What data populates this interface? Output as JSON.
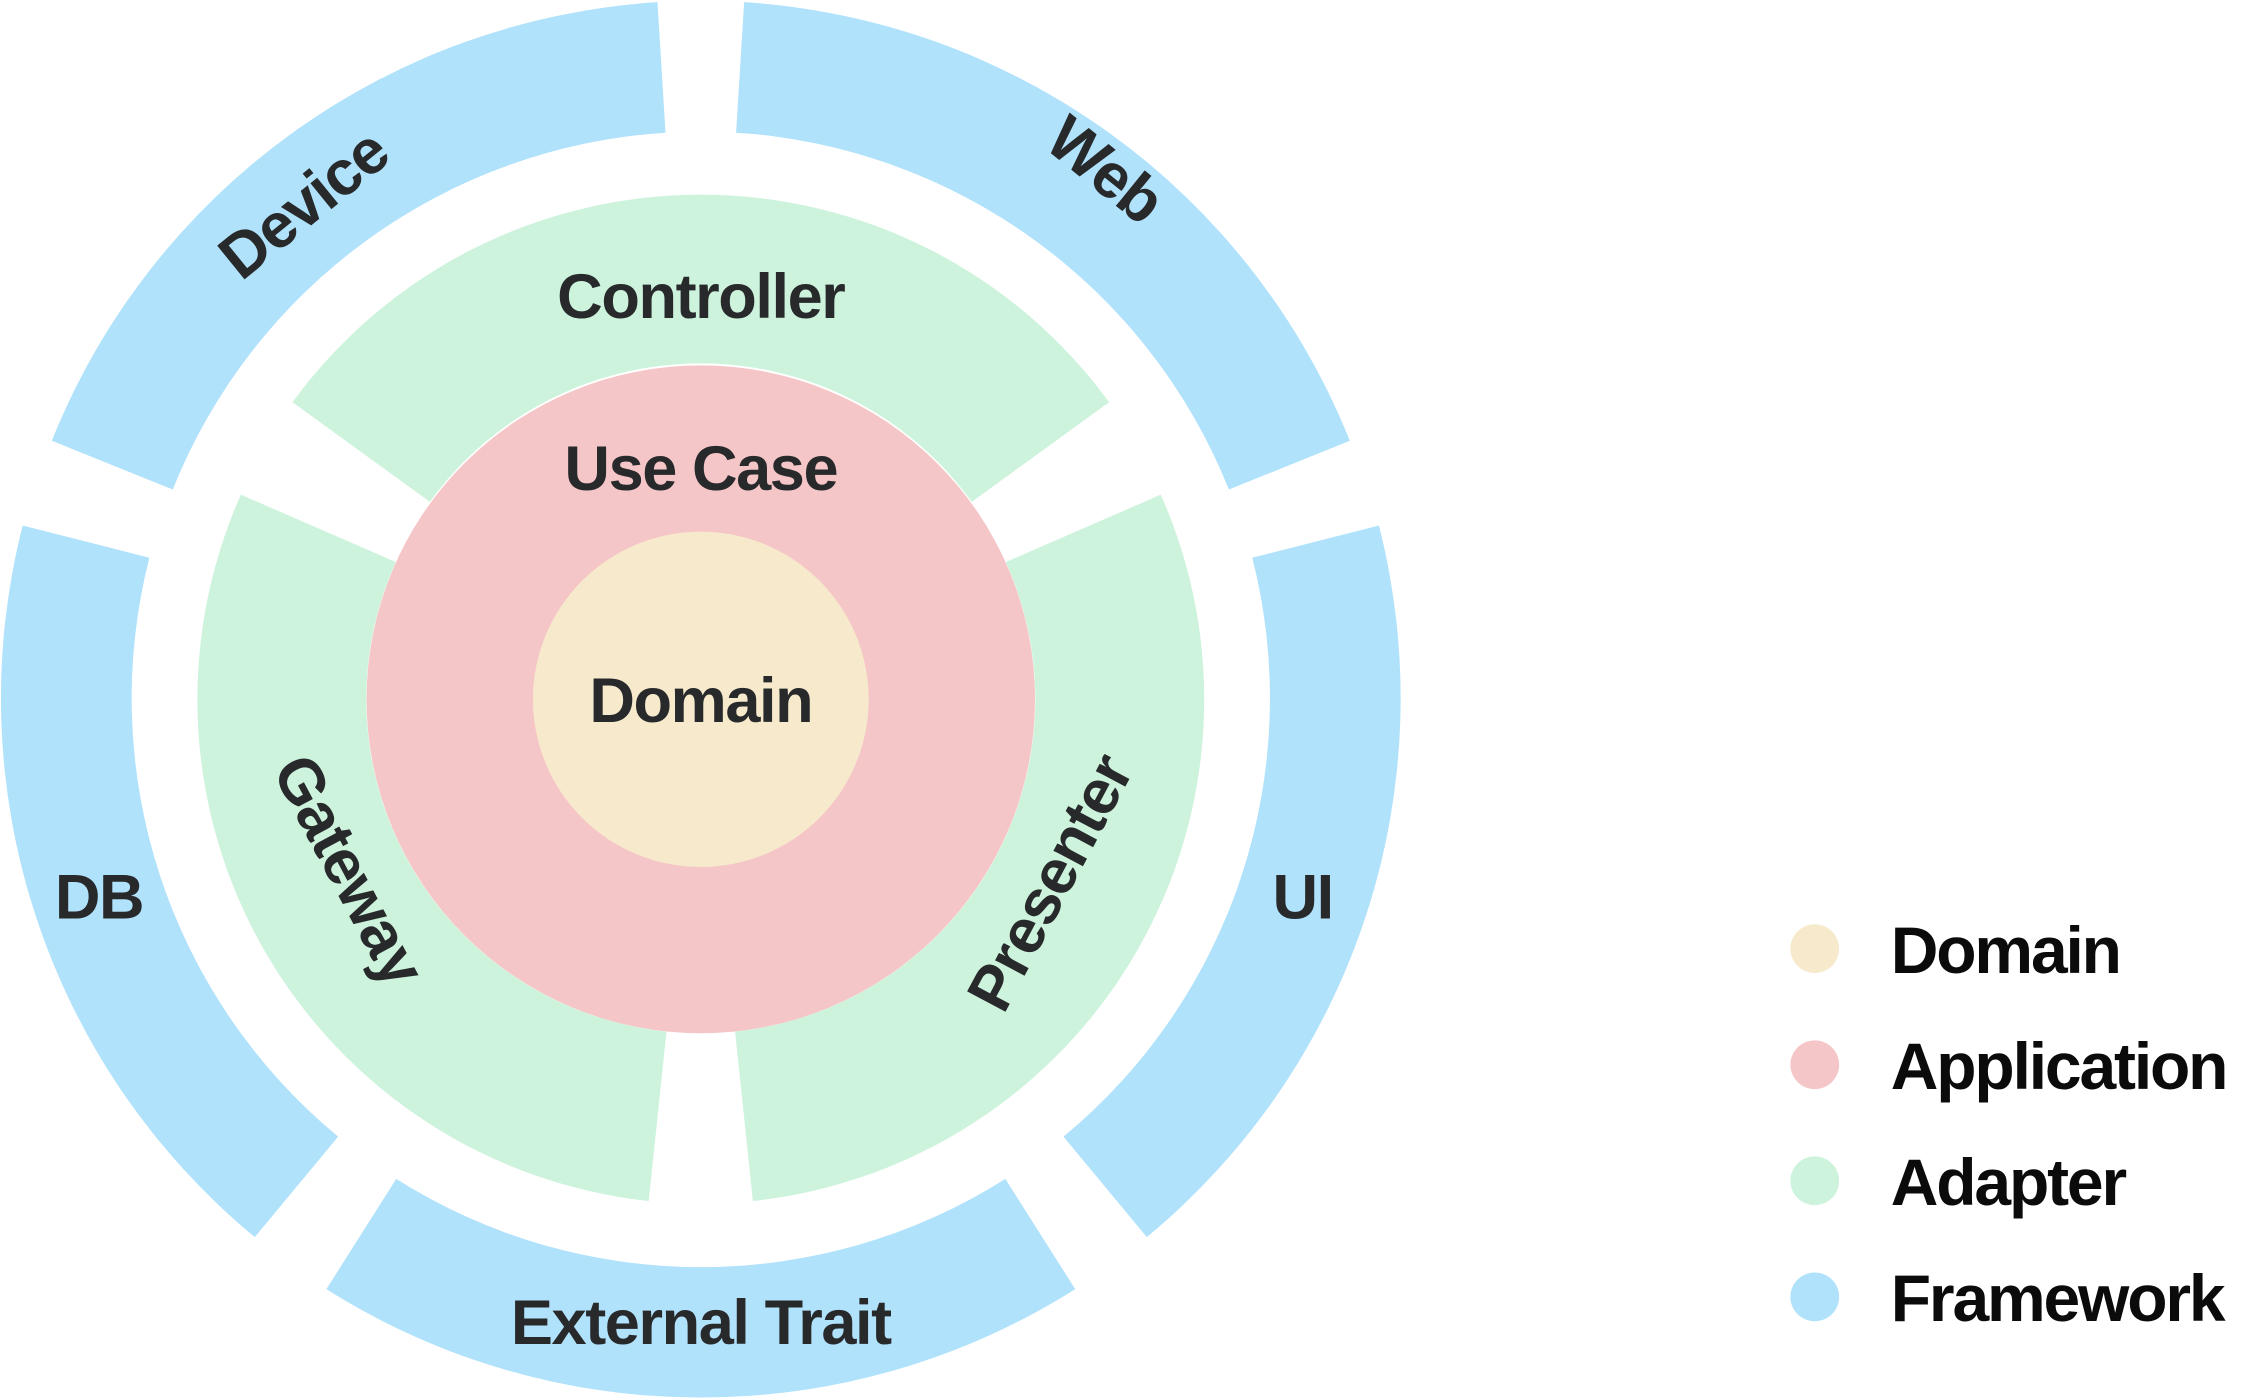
{
  "diagram": {
    "colors": {
      "domain": "#f7eacc",
      "application": "#f5c6c7",
      "adapter": "#cdf3dc",
      "framework": "#b1e2fb",
      "label": "#27292b",
      "legend_text": "#0b0b0b",
      "background": "#ffffff"
    },
    "core": {
      "label": "Domain",
      "layer": "domain"
    },
    "application_ring": {
      "label": "Use Case",
      "layer": "application"
    },
    "adapter_segments": [
      {
        "label": "Controller",
        "layer": "adapter"
      },
      {
        "label": "Presenter",
        "layer": "adapter"
      },
      {
        "label": "Gateway",
        "layer": "adapter"
      }
    ],
    "framework_segments": [
      {
        "label": "Web",
        "layer": "framework"
      },
      {
        "label": "UI",
        "layer": "framework"
      },
      {
        "label": "External Trait",
        "layer": "framework"
      },
      {
        "label": "DB",
        "layer": "framework"
      },
      {
        "label": "Device",
        "layer": "framework"
      }
    ]
  },
  "legend": {
    "items": [
      {
        "label": "Domain",
        "color": "#f7eacc"
      },
      {
        "label": "Application",
        "color": "#f5c6c7"
      },
      {
        "label": "Adapter",
        "color": "#cdf3dc"
      },
      {
        "label": "Framework",
        "color": "#b1e2fb"
      }
    ]
  }
}
